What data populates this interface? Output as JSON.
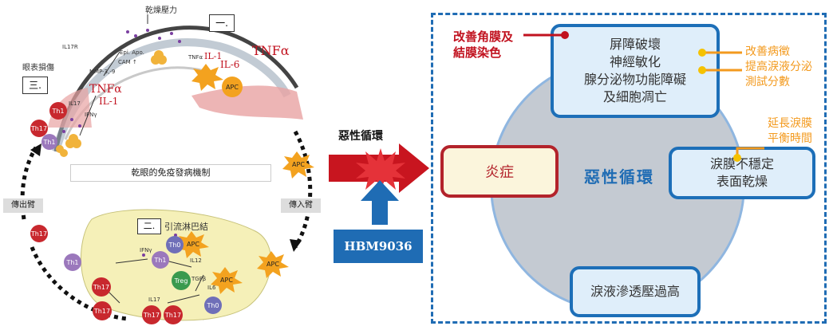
{
  "left": {
    "dry_stress": "乾燥壓力",
    "section1": "一.",
    "section2": "二.",
    "section3": "三.",
    "eye_damage": "眼表損傷",
    "tnf_right": "TNFα",
    "tnf_left": "TNFα",
    "il1_left": "IL-1",
    "il1_right": "IL-1",
    "il6": "IL-6",
    "mechanism_caption": "乾眼的免疫發病機制",
    "lymph_node": "引流淋巴結",
    "efferent": "傳出臂",
    "afferent": "傳入臂",
    "small_labels": [
      "IL17R",
      "Epi. Apo.",
      "CAM ↑",
      "MMP-3,-9",
      "TNFα",
      "IL17",
      "IFNγ",
      "IL12",
      "TGFβ",
      "IL6",
      "IL17",
      "IFNγ"
    ],
    "cells": {
      "apc": "APC",
      "th1": "Th1",
      "th17": "Th17",
      "th0": "Th0",
      "treg": "Treg"
    }
  },
  "middle": {
    "cycle_label": "惡性循環",
    "drug": "HBM9036"
  },
  "right": {
    "center": "惡性循環",
    "inflammation": "炎症",
    "top_box": "屏障破壞\n神經敏化\n腺分泌物功能障礙\n及細胞凋亡",
    "right_box": "淚膜不穩定\n表面乾燥",
    "bottom_box": "淚液滲透壓過高",
    "red_label": "改善角膜及\n結膜染色",
    "orange_top": "改善病徵\n提高淚液分泌\n測試分數",
    "orange_right": "延長淚膜\n平衡時間"
  }
}
